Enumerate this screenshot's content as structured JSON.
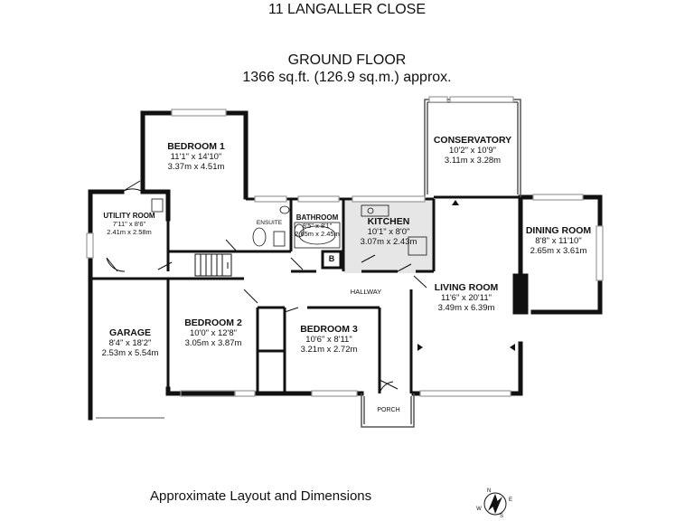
{
  "header": {
    "address": "11 LANGALLER CLOSE",
    "floor_title": "GROUND FLOOR",
    "floor_area": "1366 sq.ft. (126.9 sq.m.) approx."
  },
  "footer": {
    "caption": "Approximate Layout and Dimensions"
  },
  "rooms": {
    "bedroom1": {
      "name": "BEDROOM 1",
      "imperial": "11'1\" x 14'10\"",
      "metric": "3.37m x 4.51m"
    },
    "conservatory": {
      "name": "CONSERVATORY",
      "imperial": "10'2\" x 10'9\"",
      "metric": "3.11m x 3.28m"
    },
    "utility": {
      "name": "UTILITY ROOM",
      "imperial": "7'11\" x 8'6\"",
      "metric": "2.41m x 2.58m"
    },
    "ensuite": {
      "name": "ENSUITE"
    },
    "bathroom": {
      "name": "BATHROOM",
      "imperial": "8'5\" x 8'1\"",
      "metric": "2.65m x 2.45m"
    },
    "kitchen": {
      "name": "KITCHEN",
      "imperial": "10'1\" x 8'0\"",
      "metric": "3.07m x 2.43m"
    },
    "dining": {
      "name": "DINING ROOM",
      "imperial": "8'8\" x 11'10\"",
      "metric": "2.65m x 3.61m"
    },
    "hallway": {
      "name": "HALLWAY"
    },
    "living": {
      "name": "LIVING ROOM",
      "imperial": "11'6\" x 20'11\"",
      "metric": "3.49m x 6.39m"
    },
    "garage": {
      "name": "GARAGE",
      "imperial": "8'4\" x 18'2\"",
      "metric": "2.53m x 5.54m"
    },
    "bedroom2": {
      "name": "BEDROOM 2",
      "imperial": "10'0\" x 12'8\"",
      "metric": "3.05m x 3.87m"
    },
    "bedroom3": {
      "name": "BEDROOM 3",
      "imperial": "10'6\" x 8'11\"",
      "metric": "3.21m x 2.72m"
    },
    "porch": {
      "name": "PORCH"
    }
  },
  "boiler_marker": "B",
  "compass": {
    "icon": "compass-rose-icon",
    "letters": [
      "N",
      "S",
      "E",
      "W"
    ]
  },
  "colors": {
    "wall": "#111111",
    "window": "#9a9a9a",
    "kitchen_floor": "#e6e6e6"
  }
}
